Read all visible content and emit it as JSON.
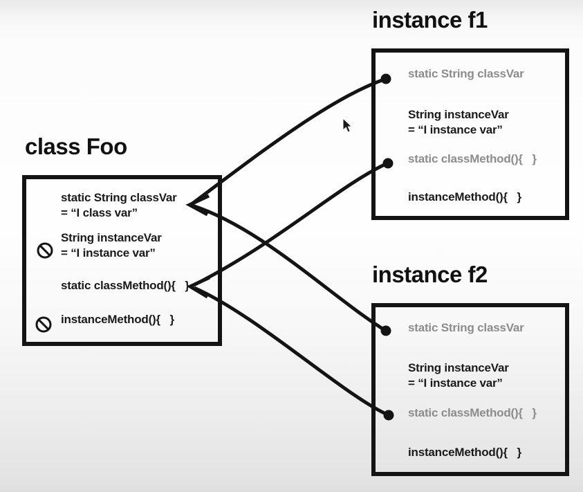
{
  "colors": {
    "ink": "#141414",
    "text": "#1a1a1a",
    "shared_member_text": "#8c8c8c",
    "background_top": "#e9e9e9",
    "background_middle": "#fefefe",
    "background_bottom": "#dedede"
  },
  "icons": {
    "not_allowed": "prohibition-circle-with-slash",
    "connector_dot": "filled-black-dot",
    "arrowhead": "open-v-arrow",
    "cursor": "mouse-arrow-pointer"
  },
  "class_box": {
    "title": "class Foo",
    "members": [
      {
        "text": "static String classVar\n= “I class var”",
        "banned": false
      },
      {
        "text": "String instanceVar\n= “I instance var”",
        "banned": true
      },
      {
        "text": "static classMethod(){   }",
        "banned": false
      },
      {
        "text": "instanceMethod(){   }",
        "banned": true
      }
    ]
  },
  "instance_f1": {
    "title": "instance f1",
    "members": [
      {
        "text": "static String classVar",
        "shared": true
      },
      {
        "text": "String instanceVar\n= “I instance var”",
        "shared": false
      },
      {
        "text": "static classMethod(){   }",
        "shared": true
      },
      {
        "text": "instanceMethod(){   }",
        "shared": false
      }
    ]
  },
  "instance_f2": {
    "title": "instance f2",
    "members": [
      {
        "text": "static String classVar",
        "shared": true
      },
      {
        "text": "String instanceVar\n= “I instance var”",
        "shared": false
      },
      {
        "text": "static classMethod(){   }",
        "shared": true
      },
      {
        "text": "instanceMethod(){   }",
        "shared": false
      }
    ]
  },
  "arrows": [
    {
      "from": "instance f1 / static String classVar",
      "to": "class Foo / static String classVar"
    },
    {
      "from": "instance f1 / static classMethod()",
      "to": "class Foo / static classMethod()"
    },
    {
      "from": "instance f2 / static String classVar",
      "to": "class Foo / static String classVar"
    },
    {
      "from": "instance f2 / static classMethod()",
      "to": "class Foo / static classMethod()"
    }
  ]
}
